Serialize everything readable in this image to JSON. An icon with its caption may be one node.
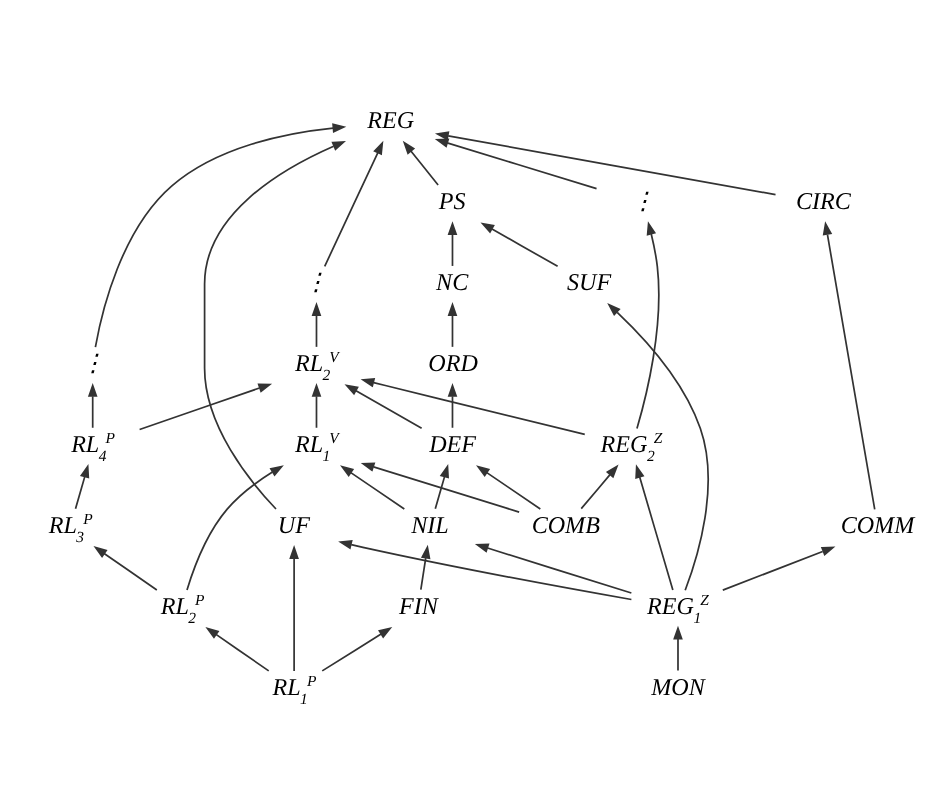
{
  "diagram": {
    "nodes": [
      {
        "text": [
          "REG"
        ]
      },
      {
        "text": [
          "PS"
        ]
      },
      {
        "text": [
          "NC"
        ]
      },
      {
        "text": [
          "⋮"
        ]
      },
      {
        "text": [
          "CIRC"
        ]
      },
      {
        "text": [
          "ORD"
        ]
      },
      {
        "text": [
          "RL$_{2}$$^{V}$"
        ]
      },
      {
        "text": [
          "⋮"
        ]
      },
      {
        "text": [
          "⋮"
        ]
      },
      {
        "text": [
          "COMM"
        ]
      },
      {
        "text": [
          "SUF"
        ]
      },
      {
        "text": [
          "DEF"
        ]
      },
      {
        "text": [
          "RL$_{1}$$^{V}$"
        ]
      },
      {
        "text": [
          "REG$_{2}$$^{Z}$"
        ]
      },
      {
        "text": [
          "RL$_{4}$$^{P}$"
        ]
      },
      {
        "text": [
          "UF"
        ]
      },
      {
        "text": [
          "NIL"
        ]
      },
      {
        "text": [
          "COMB"
        ]
      },
      {
        "text": [
          "RL$_{3}$$^{P}$"
        ]
      },
      {
        "text": [
          "FIN"
        ]
      },
      {
        "text": [
          "RL$_{2}$$^{P}$"
        ]
      },
      {
        "text": [
          "RL$_{1}$$^{P}$"
        ]
      },
      {
        "text": [
          "REG$_{1}$$^{Z}$"
        ]
      },
      {
        "text": [
          "MON"
        ]
      }
    ],
    "edges": [
      {
        "from": 1,
        "to": 0,
        "arrow": "to"
      },
      {
        "from": 4,
        "to": 0,
        "arrow": "to"
      },
      {
        "from": 3,
        "to": 0,
        "arrow": "to"
      },
      {
        "from": 7,
        "to": 0,
        "arrow": "to"
      },
      {
        "from": 8,
        "to": 0,
        "arrow": "to"
      },
      {
        "from": 15,
        "to": 0,
        "arrow": "to"
      },
      {
        "from": 2,
        "to": 1,
        "arrow": "to"
      },
      {
        "from": 10,
        "to": 1,
        "arrow": "to"
      },
      {
        "from": 5,
        "to": 2,
        "arrow": "to"
      },
      {
        "from": 6,
        "to": 3,
        "arrow": "to"
      },
      {
        "from": 9,
        "to": 4,
        "arrow": "to"
      },
      {
        "from": 11,
        "to": 5,
        "arrow": "to"
      },
      {
        "from": 11,
        "to": 6,
        "arrow": "to"
      },
      {
        "from": 12,
        "to": 6,
        "arrow": "to"
      },
      {
        "from": 13,
        "to": 6,
        "arrow": "to"
      },
      {
        "from": 14,
        "to": 6,
        "arrow": "to"
      },
      {
        "from": 13,
        "to": 7,
        "arrow": "to"
      },
      {
        "from": 14,
        "to": 8,
        "arrow": "to"
      },
      {
        "from": 16,
        "to": 11,
        "arrow": "to"
      },
      {
        "from": 17,
        "to": 11,
        "arrow": "to"
      },
      {
        "from": 16,
        "to": 12,
        "arrow": "to"
      },
      {
        "from": 17,
        "to": 12,
        "arrow": "to"
      },
      {
        "from": 20,
        "to": 12,
        "arrow": "to"
      },
      {
        "from": 17,
        "to": 13,
        "arrow": "to"
      },
      {
        "from": 18,
        "to": 14,
        "arrow": "to"
      },
      {
        "from": 19,
        "to": 16,
        "arrow": "to"
      },
      {
        "from": 20,
        "to": 18,
        "arrow": "to"
      },
      {
        "from": 21,
        "to": 19,
        "arrow": "to"
      },
      {
        "from": 21,
        "to": 20,
        "arrow": "to"
      },
      {
        "from": 21,
        "to": 15,
        "arrow": "to"
      },
      {
        "from": 22,
        "to": 9,
        "arrow": "to"
      },
      {
        "from": 22,
        "to": 10,
        "arrow": "to"
      },
      {
        "from": 22,
        "to": 16,
        "arrow": "to"
      },
      {
        "from": 22,
        "to": 13,
        "arrow": "to"
      },
      {
        "from": 22,
        "to": 15,
        "arrow": "to"
      },
      {
        "from": 23,
        "to": 22,
        "arrow": "to"
      }
    ]
  }
}
